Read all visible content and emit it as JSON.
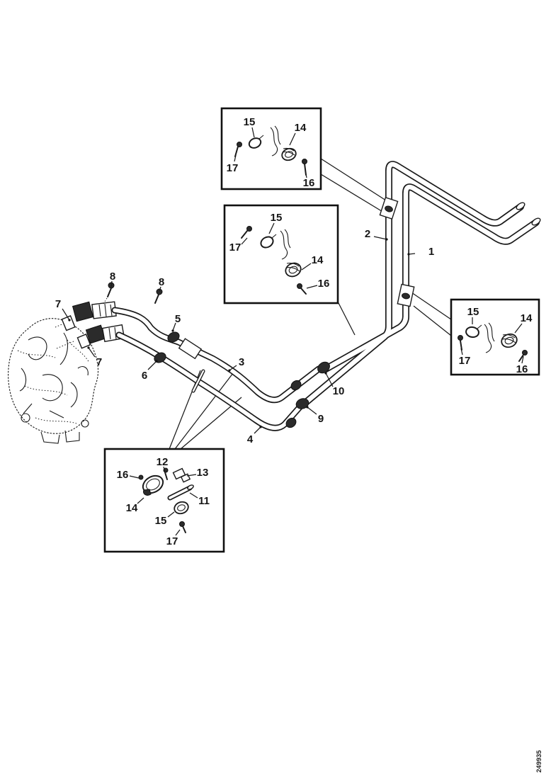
{
  "figure_number": "249935",
  "colors": {
    "ink": "#1a1a1a",
    "paper": "#ffffff"
  },
  "callouts": {
    "n1": "1",
    "n2": "2",
    "n3": "3",
    "n4": "4",
    "n5": "5",
    "n6": "6",
    "n7": "7",
    "n8": "8",
    "n9": "9",
    "n10": "10",
    "n11": "11",
    "n12": "12",
    "n13": "13",
    "n14": "14",
    "n15": "15",
    "n16": "16",
    "n17": "17"
  },
  "insets": {
    "top_box_labels": [
      "15",
      "17",
      "14",
      "16"
    ],
    "middle_box_labels": [
      "15",
      "17",
      "14",
      "16"
    ],
    "right_box_labels": [
      "15",
      "14",
      "17",
      "16"
    ],
    "bottom_box_labels": [
      "12",
      "13",
      "16",
      "14",
      "11",
      "15",
      "17"
    ]
  }
}
